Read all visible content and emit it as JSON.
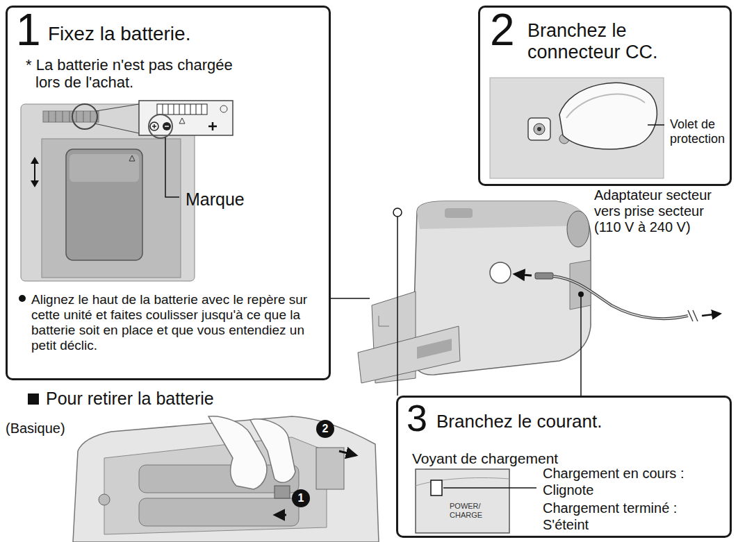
{
  "diagram": {
    "nodes": [
      {
        "text": [
          "1",
          "Fixez la batterie.",
          "* La batterie n'est pas chargée lors de l'achat.",
          "Marque",
          "Alignez le haut de la batterie avec le repère sur cette unité et faites coulisser jusqu'à ce que la batterie soit en place et que vous entendiez un petit déclic."
        ]
      },
      {
        "text": [
          "2",
          "Branchez le connecteur CC.",
          "Volet de protection"
        ]
      },
      {
        "text": [
          "3",
          "Branchez le courant.",
          "Voyant de chargement",
          "Chargement en cours :",
          "Clignote",
          "Chargement terminé :",
          "S'éteint",
          "POWER/ CHARGE"
        ]
      }
    ],
    "labels": [
      "Adaptateur secteur vers prise secteur (110 V à 240 V)",
      "Pour retirer la batterie",
      "(Basique)",
      "1",
      "2"
    ]
  }
}
